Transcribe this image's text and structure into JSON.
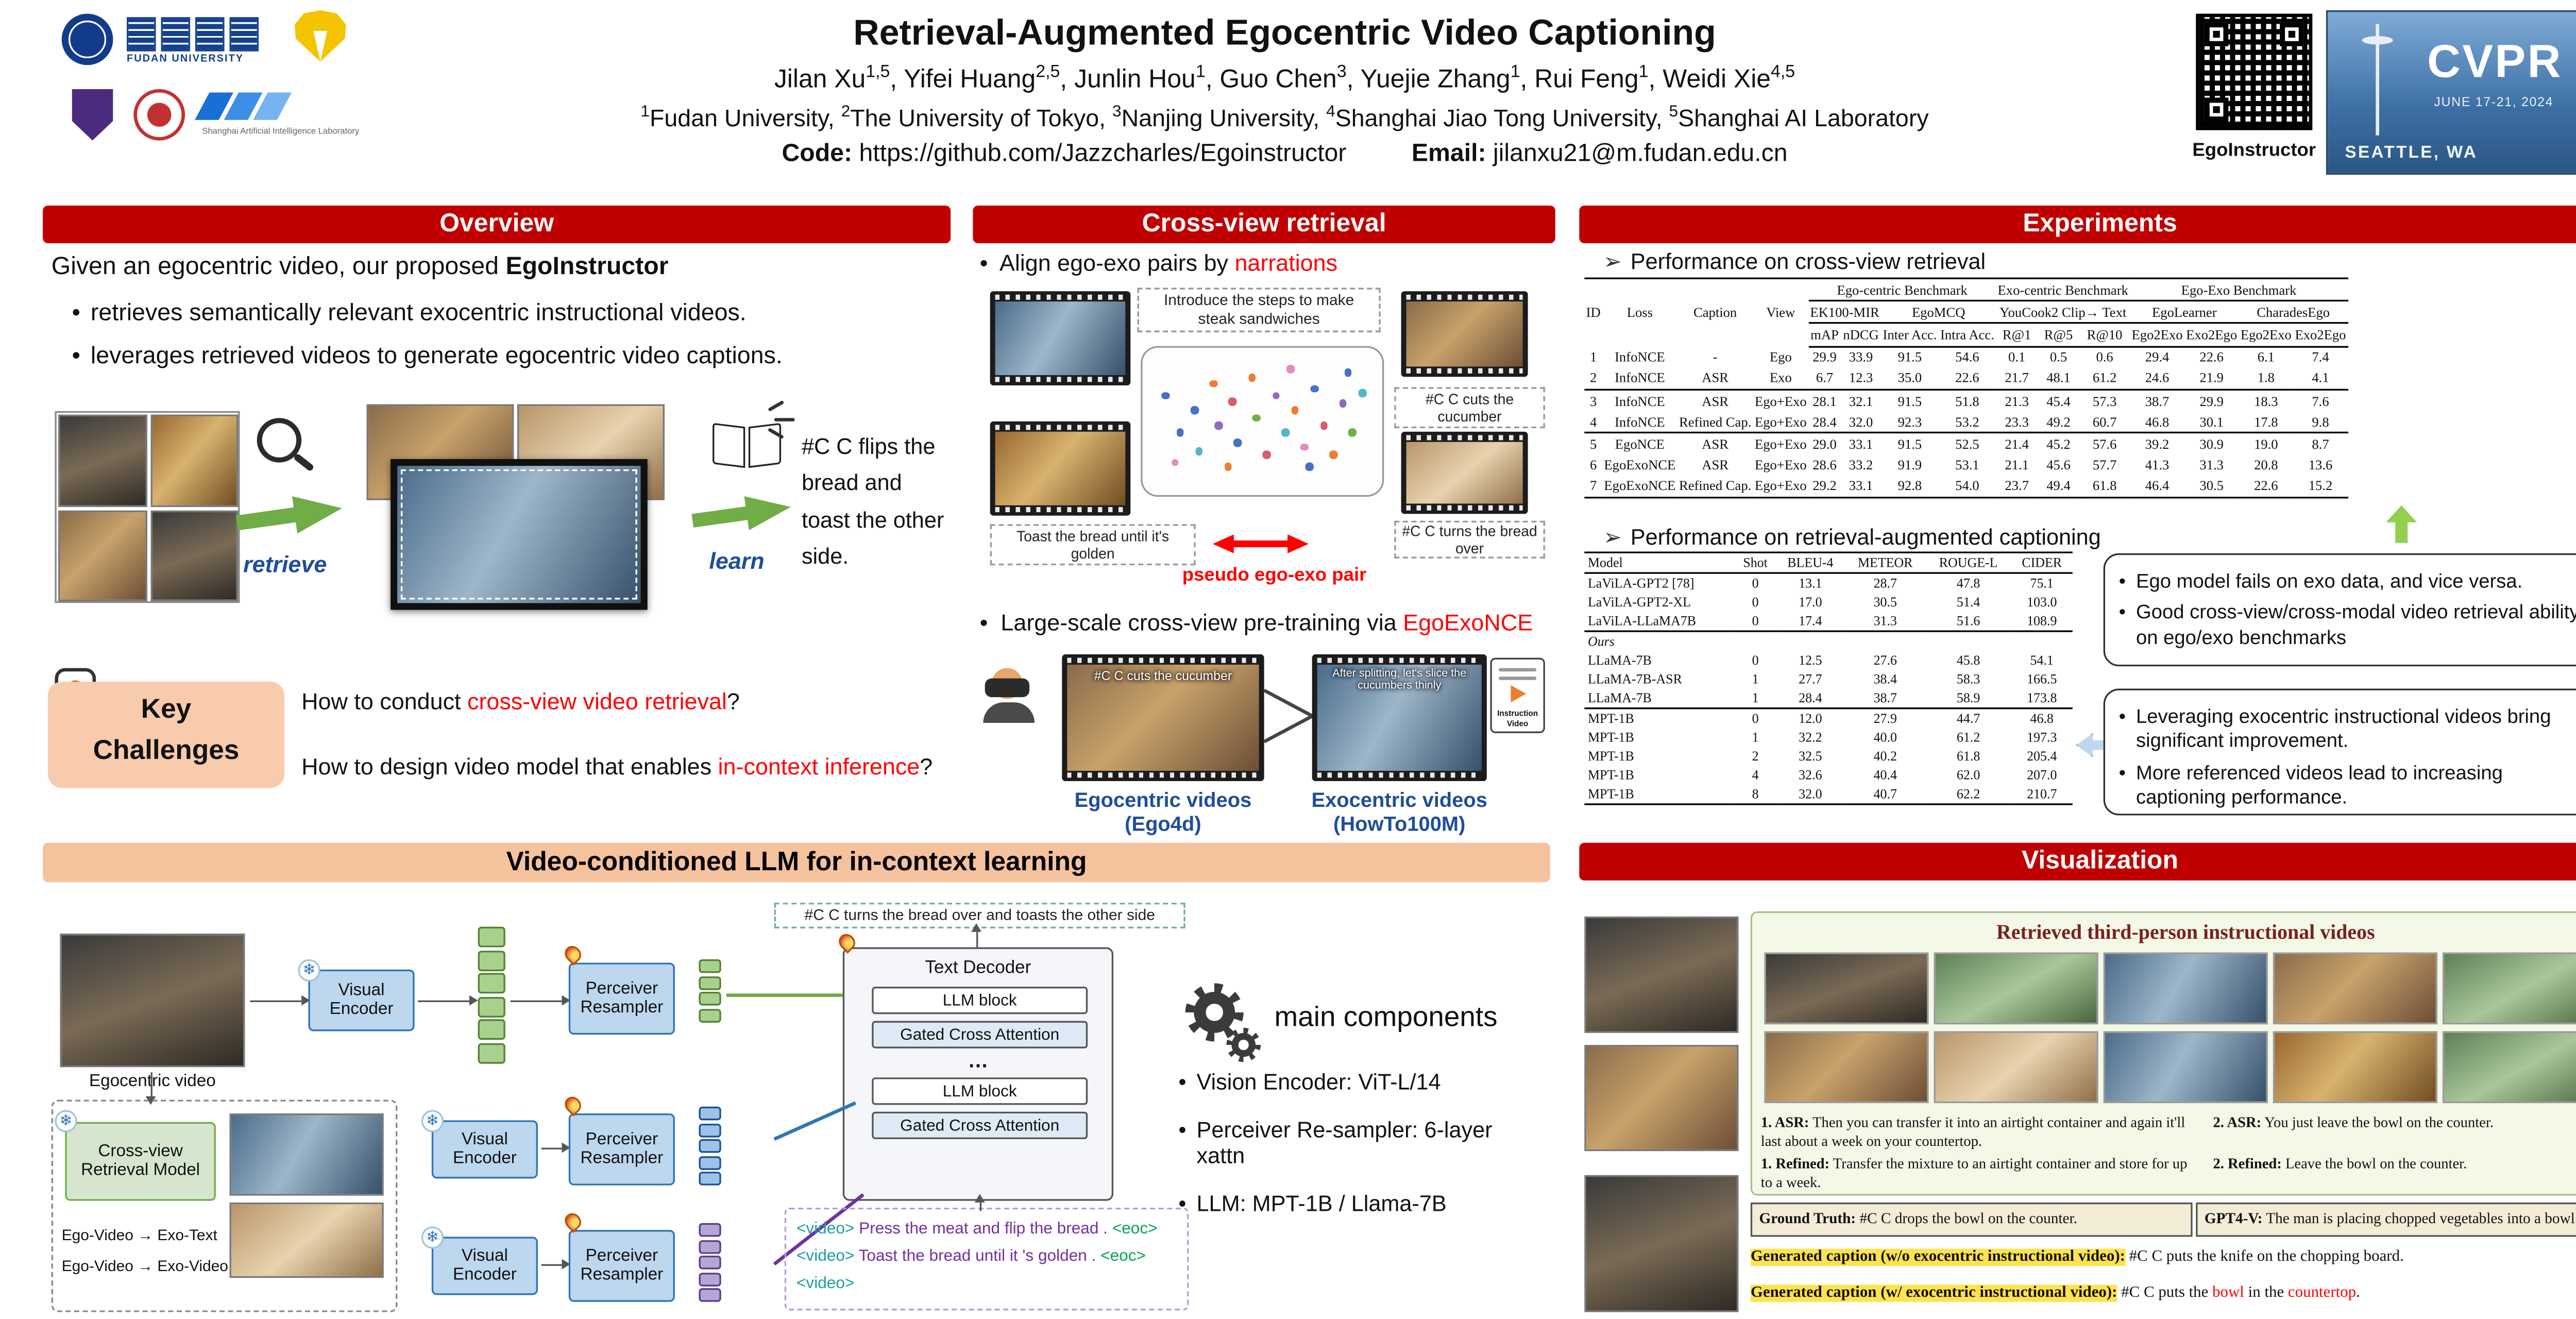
{
  "icons": {
    "snowflake": "❄",
    "question": "?",
    "marker": "➢"
  },
  "colors": {
    "section_red": "#C00000",
    "tan_bar": "#F5C29E",
    "accent_red": "#FF0000",
    "label_blue": "#1F4E98",
    "arrow_green": "#70AD47",
    "highlight_yellow": "#FFE34D"
  },
  "header": {
    "title": "Retrieval-Augmented Egocentric Video Captioning",
    "authors": [
      {
        "name": "Jilan Xu",
        "sup": "1,5"
      },
      {
        "name": "Yifei Huang",
        "sup": "2,5"
      },
      {
        "name": "Junlin Hou",
        "sup": "1"
      },
      {
        "name": "Guo Chen",
        "sup": "3"
      },
      {
        "name": "Yuejie Zhang",
        "sup": "1"
      },
      {
        "name": "Rui Feng",
        "sup": "1"
      },
      {
        "name": "Weidi Xie",
        "sup": "4,5"
      }
    ],
    "affiliations": [
      {
        "sup": "1",
        "name": "Fudan University, "
      },
      {
        "sup": "2",
        "name": "The University of Tokyo, "
      },
      {
        "sup": "3",
        "name": "Nanjing University, "
      },
      {
        "sup": "4",
        "name": "Shanghai Jiao Tong University, "
      },
      {
        "sup": "5",
        "name": "Shanghai AI Laboratory"
      }
    ],
    "code_label": "Code:",
    "code_value": "https://github.com/Jazzcharles/Egoinstructor",
    "email_label": "Email:",
    "email_value": "jilanxu21@m.fudan.edu.cn",
    "qr_caption": "EgoInstructor",
    "logos": {
      "fudan_wordmark_cn": "復旦大學",
      "fudan_wordmark_en": "FUDAN UNIVERSITY",
      "ailab_text": "Shanghai Artificial Intelligence Laboratory"
    },
    "cvpr": {
      "name": "CVPR",
      "dates": "JUNE 17-21, 2024",
      "city": "SEATTLE, WA"
    }
  },
  "overview": {
    "header": "Overview",
    "intro": [
      {
        "t": "Given an egocentric video,  our proposed "
      },
      {
        "t": "EgoInstructor",
        "b": true
      }
    ],
    "bullets": [
      "retrieves semantically relevant exocentric instructional videos.",
      "leverages retrieved videos to generate egocentric video captions."
    ],
    "retrieve_label": "retrieve",
    "learn_label": "learn",
    "caption": "#C C flips the bread and toast the other side.",
    "key_challenges_title_1": "Key",
    "key_challenges_title_2": "Challenges",
    "questions": [
      [
        {
          "t": "How to conduct "
        },
        {
          "t": "cross-view video retrieval",
          "c": "red"
        },
        {
          "t": "?"
        }
      ],
      [
        {
          "t": "How to design video model that enables "
        },
        {
          "t": "in-context inference",
          "c": "red"
        },
        {
          "t": "?"
        }
      ]
    ]
  },
  "crossview": {
    "header": "Cross-view retrieval",
    "bullet1": [
      {
        "t": "Align ego-exo pairs by "
      },
      {
        "t": "narrations",
        "c": "red"
      }
    ],
    "caption_top": "Introduce the steps to make steak sandwiches",
    "caption_right1": "#C C cuts the cucumber",
    "caption_right2": "#C C turns the bread over",
    "caption_bottom": "Toast the bread until it's golden",
    "pseudo_pair": "pseudo ego-exo pair",
    "bullet2": [
      {
        "t": "Large-scale cross-view pre-training via "
      },
      {
        "t": "EgoExoNCE",
        "c": "red"
      }
    ],
    "ego_overlay": "#C C cuts the cucumber",
    "exo_overlay": "After splitting, let's slice the cucumbers thinly",
    "ego_label": "Egocentric videos",
    "ego_sub": "(Ego4d)",
    "exo_label": "Exocentric videos",
    "exo_sub": "(HowTo100M)",
    "instruction_icon_label": "Instruction Video"
  },
  "method": {
    "header": "Video-conditioned LLM for in-context learning",
    "output_caption": "#C C turns the bread over and toasts the other side",
    "ego_video_label": "Egocentric video",
    "visual_encoder": "Visual Encoder",
    "perceiver": "Perceiver Resampler",
    "retrieval_model": "Cross-view Retrieval Model",
    "text_decoder": "Text Decoder",
    "llm_block": "LLM block",
    "gca": "Gated Cross Attention",
    "dots": "…",
    "retrieval_tasks": [
      "Ego-Video → Exo-Text",
      "Ego-Video → Exo-Video"
    ],
    "components_title": "main components",
    "components": [
      "Vision Encoder: ViT-L/14",
      "Perceiver Re-sampler: 6-layer xattn",
      "LLM:  MPT-1B / Llama-7B"
    ],
    "prompt_lines": [
      [
        {
          "t": "<video>",
          "c": "teal"
        },
        {
          "t": " Press the meat and flip the bread .",
          "c": "purple"
        },
        {
          "t": " <eoc>",
          "c": "green"
        }
      ],
      [
        {
          "t": "<video>",
          "c": "teal"
        },
        {
          "t": " Toast the bread until it 's golden .",
          "c": "purple"
        },
        {
          "t": " <eoc>",
          "c": "green"
        }
      ],
      [
        {
          "t": "<video>",
          "c": "teal"
        }
      ]
    ]
  },
  "experiments": {
    "header": "Experiments",
    "subtitle1": "Performance on cross-view retrieval",
    "subtitle2": "Performance on retrieval-augmented captioning",
    "table1": {
      "groups": [
        "Ego-centric Benchmark",
        "Exo-centric Benchmark",
        "Ego-Exo Benchmark"
      ],
      "subgroups": [
        "EK100-MIR",
        "EgoMCQ",
        "YouCook2 Clip→ Text",
        "EgoLearner",
        "CharadesEgo"
      ],
      "cols_left": [
        "ID",
        "Loss",
        "Caption",
        "View"
      ],
      "cols_metrics": [
        "mAP",
        "nDCG",
        "Inter Acc.",
        "Intra Acc.",
        "R@1",
        "R@5",
        "R@10",
        "Ego2Exo",
        "Exo2Ego",
        "Ego2Exo",
        "Exo2Ego"
      ],
      "rows": [
        [
          "1",
          "InfoNCE",
          "-",
          "Ego",
          "29.9",
          "33.9",
          "91.5",
          "54.6",
          "0.1",
          "0.5",
          "0.6",
          "29.4",
          "22.6",
          "6.1",
          "7.4"
        ],
        [
          "2",
          "InfoNCE",
          "ASR",
          "Exo",
          "6.7",
          "12.3",
          "35.0",
          "22.6",
          "21.7",
          "48.1",
          "61.2",
          "24.6",
          "21.9",
          "1.8",
          "4.1"
        ],
        [
          "3",
          "InfoNCE",
          "ASR",
          "Ego+Exo",
          "28.1",
          "*32.1",
          "91.5",
          "51.8",
          "21.3",
          "45.4",
          "57.3",
          "38.7",
          "29.9",
          "*18.3",
          "7.6"
        ],
        [
          "4",
          "InfoNCE",
          "Refined Cap.",
          "Ego+Exo",
          "*28.4",
          "32.0",
          "*92.3",
          "*53.2",
          "*23.3",
          "*49.2",
          "*60.7",
          "*46.8",
          "*30.1",
          "17.8",
          "*9.8"
        ],
        [
          "5",
          "EgoNCE",
          "ASR",
          "Ego+Exo",
          "29.0",
          "33.1",
          "91.5",
          "52.5",
          "21.4",
          "45.2",
          "57.6",
          "39.2",
          "30.9",
          "19.0",
          "8.7"
        ],
        [
          "6",
          "EgoExoNCE",
          "ASR",
          "Ego+Exo",
          "28.6",
          "*33.2",
          "91.9",
          "53.1",
          "21.1",
          "45.6",
          "57.7",
          "41.3",
          "*31.3",
          "20.8",
          "13.6"
        ],
        [
          "7",
          "EgoExoNCE",
          "Refined Cap.",
          "Ego+Exo",
          "*29.2",
          "33.1",
          "*92.8",
          "*54.0",
          "*23.7",
          "*49.4",
          "*61.8",
          "46.4",
          "30.5",
          "*22.6",
          "*15.2"
        ]
      ],
      "rules_after": [
        2,
        4
      ]
    },
    "table2": {
      "cols": [
        "Model",
        "Shot",
        "BLEU-4",
        "METEOR",
        "ROUGE-L",
        "CIDER"
      ],
      "rows": [
        {
          "cells": [
            "LaViLA-GPT2 [78]",
            "0",
            "13.1",
            "28.7",
            "47.8",
            "75.1"
          ]
        },
        {
          "cells": [
            "LaViLA-GPT2-XL",
            "0",
            "17.0",
            "30.5",
            "51.4",
            "103.0"
          ]
        },
        {
          "cells": [
            "LaViLA-LLaMA7B",
            "0",
            "17.4",
            "31.3",
            "51.6",
            "108.9"
          ]
        },
        {
          "sep": "Ours"
        },
        {
          "cells": [
            "LLaMA-7B",
            "0",
            "12.5",
            "27.6",
            "45.8",
            "54.1"
          ]
        },
        {
          "cells": [
            "LLaMA-7B-ASR",
            "1",
            "27.7",
            "38.4",
            "58.3",
            "166.5"
          ]
        },
        {
          "cells": [
            "LLaMA-7B",
            "1",
            "*28.4",
            "*38.7",
            "*58.9",
            "*173.8"
          ]
        },
        {
          "rule": true
        },
        {
          "cells": [
            "MPT-1B",
            "0",
            "12.0",
            "27.9",
            "44.7",
            "46.8"
          ]
        },
        {
          "cells": [
            "MPT-1B",
            "1",
            "32.2",
            "40.0",
            "61.2",
            "197.3"
          ]
        },
        {
          "cells": [
            "MPT-1B",
            "2",
            "32.5",
            "40.2",
            "61.8",
            "205.4"
          ]
        },
        {
          "cells": [
            "MPT-1B",
            "4",
            "*32.6",
            "40.4",
            "62.0",
            "207.0"
          ]
        },
        {
          "cells": [
            "MPT-1B",
            "8",
            "32.0",
            "*40.7",
            "*62.2",
            "*210.7"
          ]
        }
      ]
    },
    "callout1": [
      "Ego model fails on exo data, and vice versa.",
      "Good cross-view/cross-modal video retrieval ability on ego/exo benchmarks"
    ],
    "callout2": [
      "Leveraging exocentric instructional videos bring significant improvement.",
      "More referenced videos lead to increasing captioning performance."
    ]
  },
  "visualization": {
    "header": "Visualization",
    "panel_title": "Retrieved third-person instructional videos",
    "asr1": [
      {
        "t": "1. ASR:",
        "b": true
      },
      {
        "t": " Then you can transfer it into an airtight container and again it'll last about a week on your countertop."
      }
    ],
    "asr2": [
      {
        "t": "2. ASR:",
        "b": true
      },
      {
        "t": " You just leave the bowl on the counter."
      }
    ],
    "refined1": [
      {
        "t": "1. Refined:",
        "b": true
      },
      {
        "t": " Transfer the mixture to an airtight container and store for up to a week."
      }
    ],
    "refined2": [
      {
        "t": "2. Refined:",
        "b": true
      },
      {
        "t": " Leave the bowl on the counter."
      }
    ],
    "ground_truth": [
      {
        "t": "Ground Truth:",
        "b": true
      },
      {
        "t": " #C C drops the bowl on the counter."
      }
    ],
    "gpt4v": [
      {
        "t": "GPT4-V:",
        "b": true
      },
      {
        "t": " The man is placing chopped vegetables into a bowl."
      }
    ],
    "gen_wo": [
      {
        "t": "Generated caption (w/o exocentric instructional video):",
        "b": true,
        "hl": true
      },
      {
        "t": "  #C C puts the knife on the chopping board."
      }
    ],
    "gen_w": [
      {
        "t": "Generated caption (w/ exocentric instructional video):",
        "b": true,
        "hl": true
      },
      {
        "t": "  #C C puts the "
      },
      {
        "t": "bowl",
        "c": "red"
      },
      {
        "t": " in the "
      },
      {
        "t": "countertop",
        "c": "red"
      },
      {
        "t": "."
      }
    ]
  }
}
